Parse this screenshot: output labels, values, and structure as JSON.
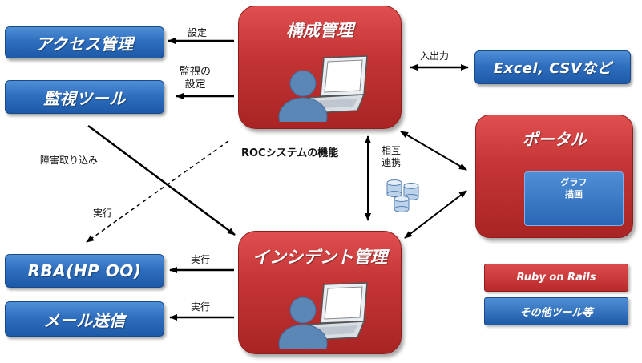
{
  "left_boxes": {
    "access": "アクセス管理",
    "monitor": "監視ツール",
    "rba": "RBA(HP OO)",
    "mail": "メール送信"
  },
  "center": {
    "config": "構成管理",
    "incident": "インシデント管理",
    "roc_label": "ROCシステムの機能"
  },
  "right": {
    "excel": "Excel, CSVなど",
    "portal": "ポータル",
    "graph_line1": "グラフ",
    "graph_line2": "描画"
  },
  "edge_labels": {
    "settings": "設定",
    "monitor_settings_1": "監視の",
    "monitor_settings_2": "設定",
    "io": "入出力",
    "failure_import": "障害取り込み",
    "exec_dashed": "実行",
    "mutual_1": "相互",
    "mutual_2": "連携",
    "exec_rba": "実行",
    "exec_mail": "実行"
  },
  "legend": {
    "ruby": "Ruby on Rails",
    "other": "その他ツール等"
  },
  "colors": {
    "blue": "#2f6fbf",
    "red": "#c53535",
    "arrow": "#000000"
  },
  "icons": {
    "user_laptop": "user-with-laptop-icon",
    "database": "database-stack-icon"
  }
}
